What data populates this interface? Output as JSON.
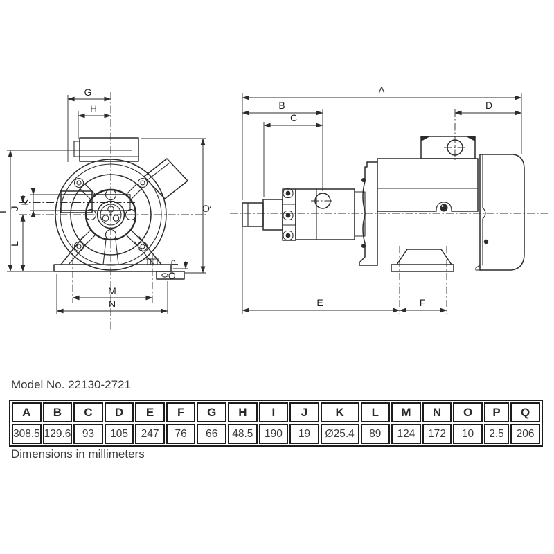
{
  "title_block": {
    "model_line": "Model No. 22130-2721",
    "units_note": "Dimensions in millimeters"
  },
  "dimension_table": {
    "headers": [
      "A",
      "B",
      "C",
      "D",
      "E",
      "F",
      "G",
      "H",
      "I",
      "J",
      "K",
      "L",
      "M",
      "N",
      "O",
      "P",
      "Q"
    ],
    "values": [
      "308.5",
      "129.6",
      "93",
      "105",
      "247",
      "76",
      "66",
      "48.5",
      "190",
      "19",
      "Ø25.4",
      "89",
      "124",
      "172",
      "10",
      "2.5",
      "206"
    ]
  }
}
